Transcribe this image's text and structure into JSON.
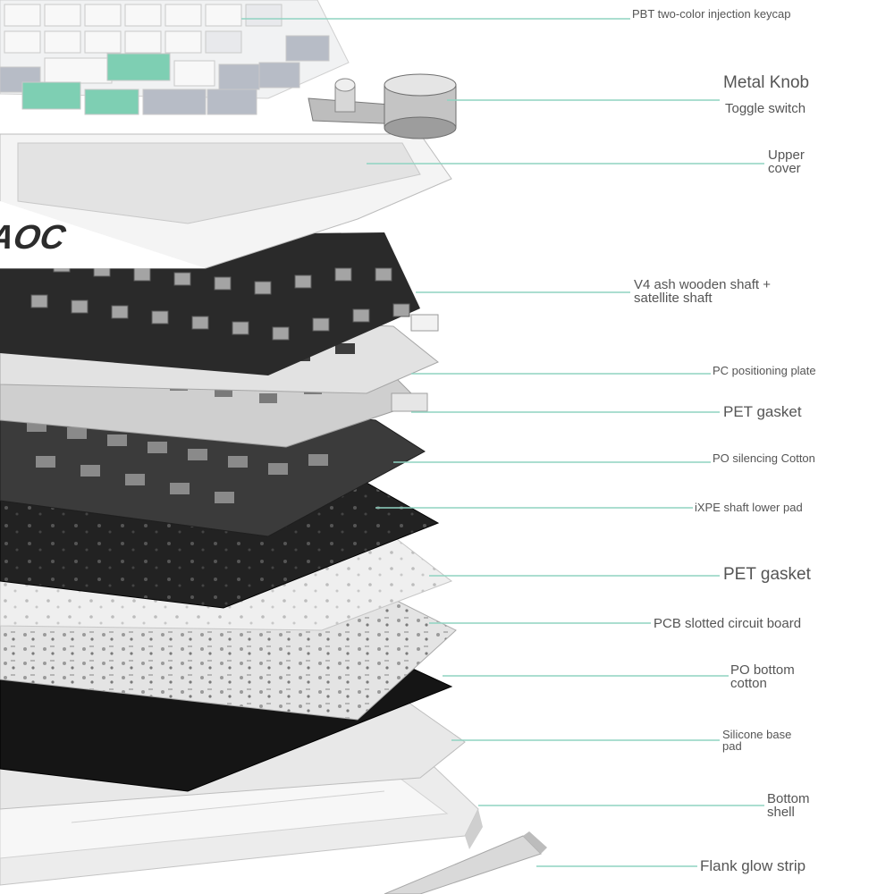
{
  "brand": "AOC",
  "colors": {
    "leader": "#8fd3c1",
    "keycap_white": "#f1f2f3",
    "keycap_mint": "#7ecfb3",
    "keycap_gray": "#b7bcc6",
    "plate_light": "#dcdcdc",
    "plate_dark": "#3a3a3a",
    "foam_black": "#161616",
    "text": "#555555"
  },
  "labels": [
    {
      "id": "keycap",
      "text": "PBT two-color injection keycap"
    },
    {
      "id": "knob",
      "text": "Metal Knob"
    },
    {
      "id": "toggle",
      "text": "Toggle switch"
    },
    {
      "id": "upper",
      "text": "Upper\ncover"
    },
    {
      "id": "shaft",
      "text": "V4 ash wooden shaft +\nsatellite shaft"
    },
    {
      "id": "pcplate",
      "text": "PC positioning plate"
    },
    {
      "id": "pet1",
      "text": "PET gasket"
    },
    {
      "id": "pocotton",
      "text": "PO silencing Cotton"
    },
    {
      "id": "ixpe",
      "text": "iXPE shaft lower pad"
    },
    {
      "id": "pet2",
      "text": "PET gasket"
    },
    {
      "id": "pcb",
      "text": "PCB slotted circuit board"
    },
    {
      "id": "pobottom",
      "text": "PO bottom\ncotton"
    },
    {
      "id": "silicone",
      "text": "Silicone base\npad"
    },
    {
      "id": "bottomshell",
      "text": "Bottom\nshell"
    },
    {
      "id": "flank",
      "text": "Flank glow strip"
    }
  ]
}
